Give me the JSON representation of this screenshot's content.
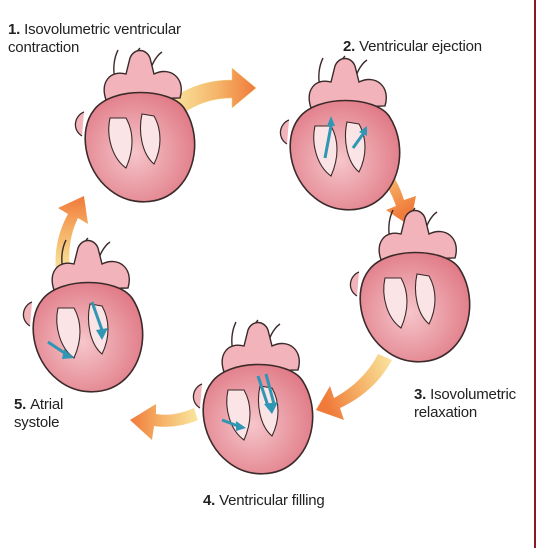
{
  "colors": {
    "heart_fill": "#e8848e",
    "heart_light": "#f6c6cb",
    "heart_outline": "#3b2a2a",
    "arrow_flow": "#f07a3a",
    "arrow_light": "#f9e7a0",
    "blood_arrow": "#2f96b3",
    "side_rule": "#8a1a22"
  },
  "stages": [
    {
      "number": "1.",
      "text": "Isovolumetric ventricular contraction",
      "line1": "Isovolumetric ventricular",
      "line2": "contraction"
    },
    {
      "number": "2.",
      "text": "Ventricular ejection"
    },
    {
      "number": "3.",
      "text": "Isovolumetric relaxation",
      "line1": "Isovolumetric",
      "line2": "relaxation"
    },
    {
      "number": "4.",
      "text": "Ventricular filling"
    },
    {
      "number": "5.",
      "text": "Atrial systole",
      "line1": "Atrial",
      "line2": "systole"
    }
  ]
}
